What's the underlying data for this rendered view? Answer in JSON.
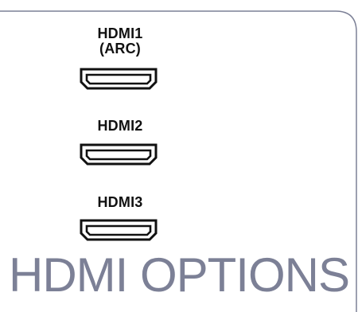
{
  "ports": [
    {
      "label": "HDMI1\n(ARC)"
    },
    {
      "label": "HDMI2"
    },
    {
      "label": "HDMI3"
    }
  ],
  "title": "HDMI OPTIONS",
  "colors": {
    "title": "#7c8096",
    "outline": "#7c8096",
    "port_stroke": "#111111"
  },
  "icons": {
    "port": "hdmi-port-icon"
  }
}
